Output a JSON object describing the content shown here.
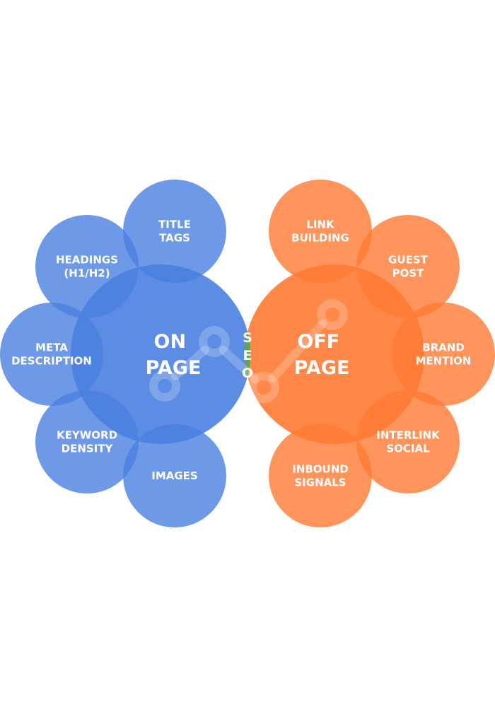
{
  "colors": {
    "on_page": "#4a7fe0",
    "off_page": "#ff7a33",
    "overlap": "#5aa84a",
    "text": "#ffffff"
  },
  "on_page": {
    "title": [
      "ON",
      "PAGE"
    ],
    "petals": [
      {
        "label": [
          "TITLE",
          "TAGS"
        ]
      },
      {
        "label": [
          "HEADINGS",
          "(H1/H2)"
        ]
      },
      {
        "label": [
          "META",
          "DESCRIPTION"
        ]
      },
      {
        "label": [
          "KEYWORD",
          "DENSITY"
        ]
      },
      {
        "label": [
          "IMAGES"
        ]
      }
    ]
  },
  "off_page": {
    "title": [
      "OFF",
      "PAGE"
    ],
    "petals": [
      {
        "label": [
          "LINK",
          "BUILDING"
        ]
      },
      {
        "label": [
          "GUEST",
          "POST"
        ]
      },
      {
        "label": [
          "BRAND",
          "MENTION"
        ]
      },
      {
        "label": [
          "INTERLINK",
          "SOCIAL"
        ]
      },
      {
        "label": [
          "INBOUND",
          "SIGNALS"
        ]
      }
    ]
  },
  "center": {
    "letters": [
      "S",
      "E",
      "O"
    ]
  }
}
